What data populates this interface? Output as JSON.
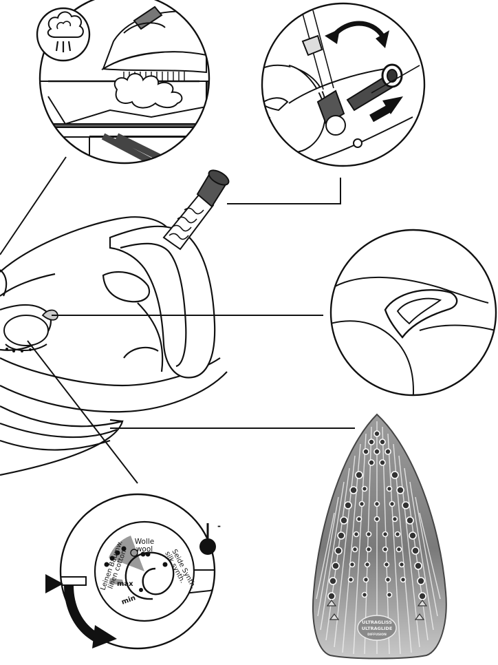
{
  "colors": {
    "line": "#111111",
    "fill_white": "#ffffff",
    "dark_grey": "#3a3a3a",
    "mid_grey": "#8a8a8a",
    "soleplate_dark": "#6e6e6e",
    "soleplate_light": "#d8d8d8"
  },
  "icons": {
    "steam": "steam-cloud-icon",
    "calc_collector": "anti-calc-valve",
    "arrow_rotate": "curved-arrow-icon",
    "arrow_push": "straight-arrow-icon",
    "triangle_marker": "triangle-marker-icon",
    "water_drop": "water-drop-icon"
  },
  "dial": {
    "wool_de": "Wolle",
    "wool_en": "wool",
    "linen_de": "Leinen Baumw.",
    "linen_en": "linen cotton",
    "silk_de": "Seide Synth.",
    "silk_en": "silk synth.",
    "max": "max",
    "min": "min"
  },
  "soleplate": {
    "brand_line1": "ULTRAGLISS",
    "brand_line2": "ULTRAGLIDE",
    "brand_line3": "DIFFUSION"
  },
  "drop_symbol": "-"
}
